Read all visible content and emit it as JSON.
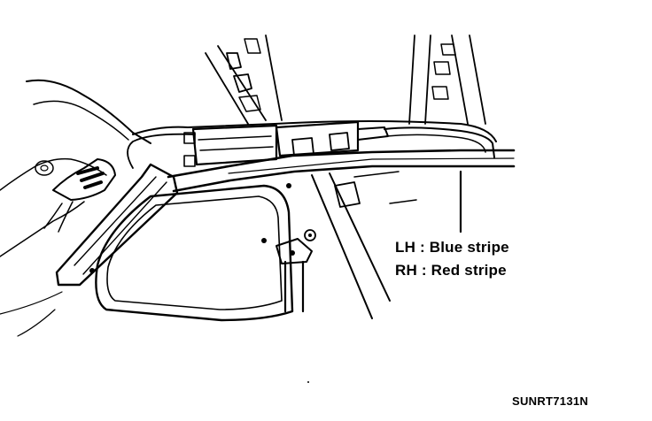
{
  "callout": {
    "lh_text": "LH : Blue stripe",
    "rh_text": "RH : Red stripe"
  },
  "figure_code": "SUNRT7131N"
}
